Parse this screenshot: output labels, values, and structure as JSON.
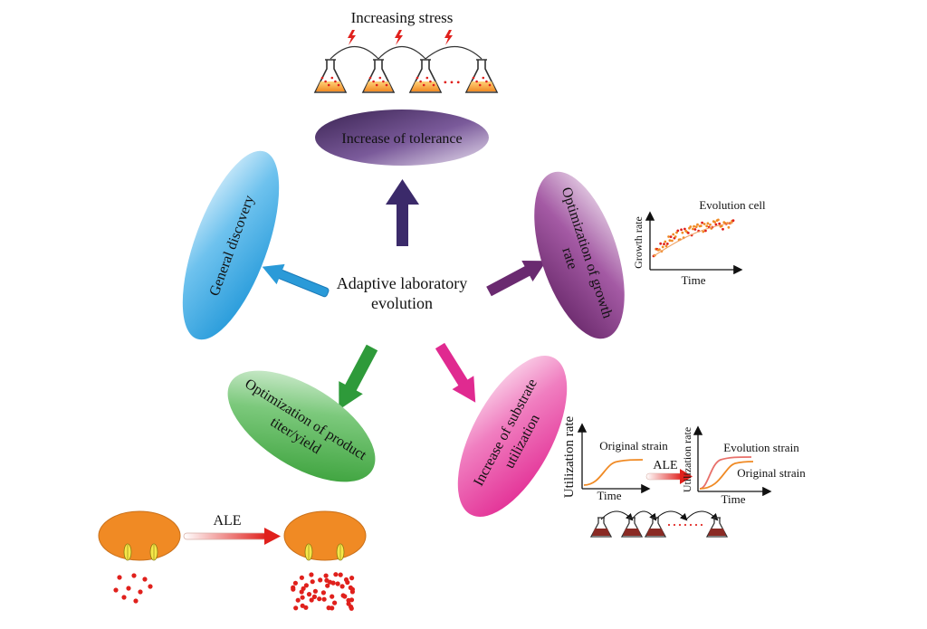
{
  "center": {
    "line1": "Adaptive laboratory",
    "line2": "evolution"
  },
  "tolerance": {
    "label": "Increase of tolerance",
    "stress_label": "Increasing stress",
    "dots": "• • •"
  },
  "discovery": {
    "label": "General discovery"
  },
  "growth": {
    "line1": "Optimization of growth",
    "line2": "rate"
  },
  "product": {
    "line1": "Optimization of product",
    "line2": "titer/yield",
    "ale_label": "ALE"
  },
  "substrate": {
    "line1": "Increase of substrate",
    "line2": "utilization"
  },
  "growth_chart": {
    "title": "Evolution cell",
    "ylabel": "Growth rate",
    "xlabel": "Time"
  },
  "util_chart_left": {
    "ylabel": "Utilization rate",
    "xlabel": "Time",
    "series_label": "Original strain"
  },
  "util_chart_right": {
    "ylabel": "Utilization rate",
    "xlabel": "Time",
    "series_evolved": "Evolution strain",
    "series_original": "Original strain"
  },
  "util_ale_label": "ALE",
  "flask_row_dots": "·······",
  "colors": {
    "tolerance": "#5b3a78",
    "discovery": "#1f9ad8",
    "growth": "#7b2a7a",
    "product": "#3aa63a",
    "substrate": "#e8309a",
    "orange": "#f08a24",
    "red": "#e0201c"
  }
}
